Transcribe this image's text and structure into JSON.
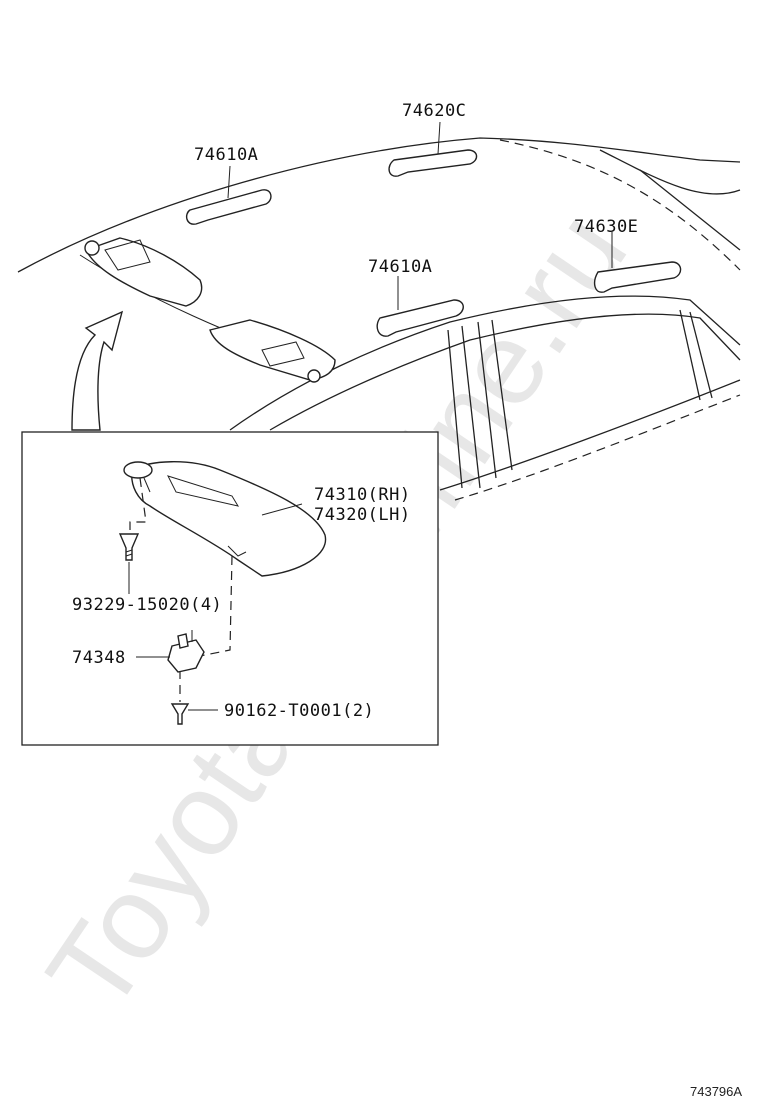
{
  "labels": {
    "grip_front_rh": "74610A",
    "grip_rear_center": "74620C",
    "grip_rear_rh": "74630E",
    "grip_front_lh": "74610A",
    "visor_rh": "74310(RH)",
    "visor_lh": "74320(LH)",
    "screw": "93229-15020(4)",
    "holder": "74348",
    "holder_screw": "90162-T0001(2)"
  },
  "watermark": "ToyotaCarMine.ru",
  "figure_ref": "743796A"
}
